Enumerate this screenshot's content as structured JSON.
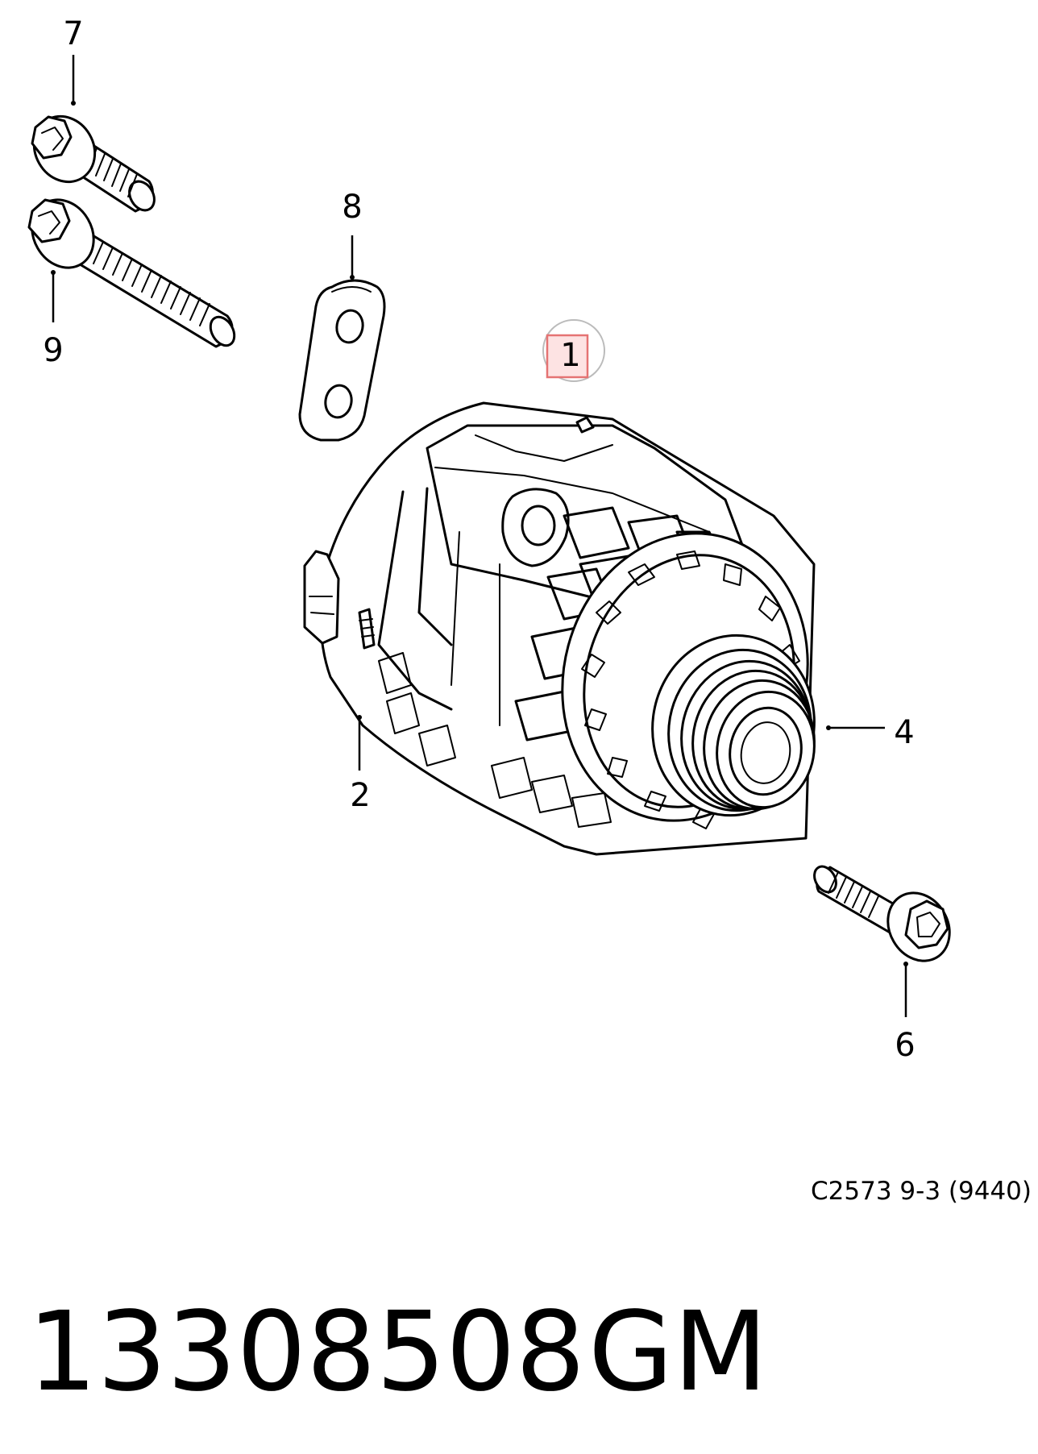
{
  "diagram": {
    "callouts": {
      "part_1": "1",
      "part_2": "2",
      "part_4": "4",
      "part_6": "6",
      "part_7": "7",
      "part_8": "8",
      "part_9": "9"
    },
    "reference_code": "C2573 9-3 (9440)",
    "part_number": "13308508",
    "brand": "GM",
    "highlight_color": "#e57373"
  }
}
